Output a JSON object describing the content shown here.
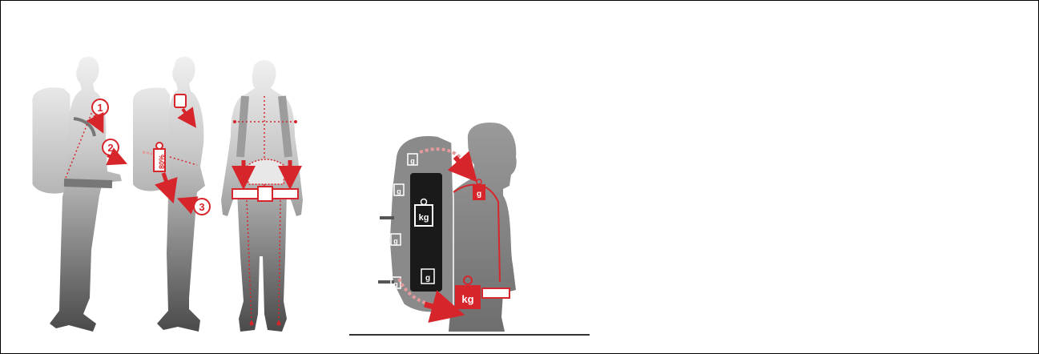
{
  "colors": {
    "accent": "#d6262b",
    "figure_dark": "#5a5a5a",
    "figure_light": "#d2d2d2",
    "pack_dark": "#1a1a1a"
  },
  "steps": {
    "one": "1",
    "two": "2",
    "three": "3"
  },
  "weights": {
    "percent_80": "80%",
    "light": "g",
    "heavy": "kg"
  },
  "icons": [
    "weight-icon",
    "arrow-icon",
    "person-silhouette",
    "backpack",
    "ground-line"
  ]
}
